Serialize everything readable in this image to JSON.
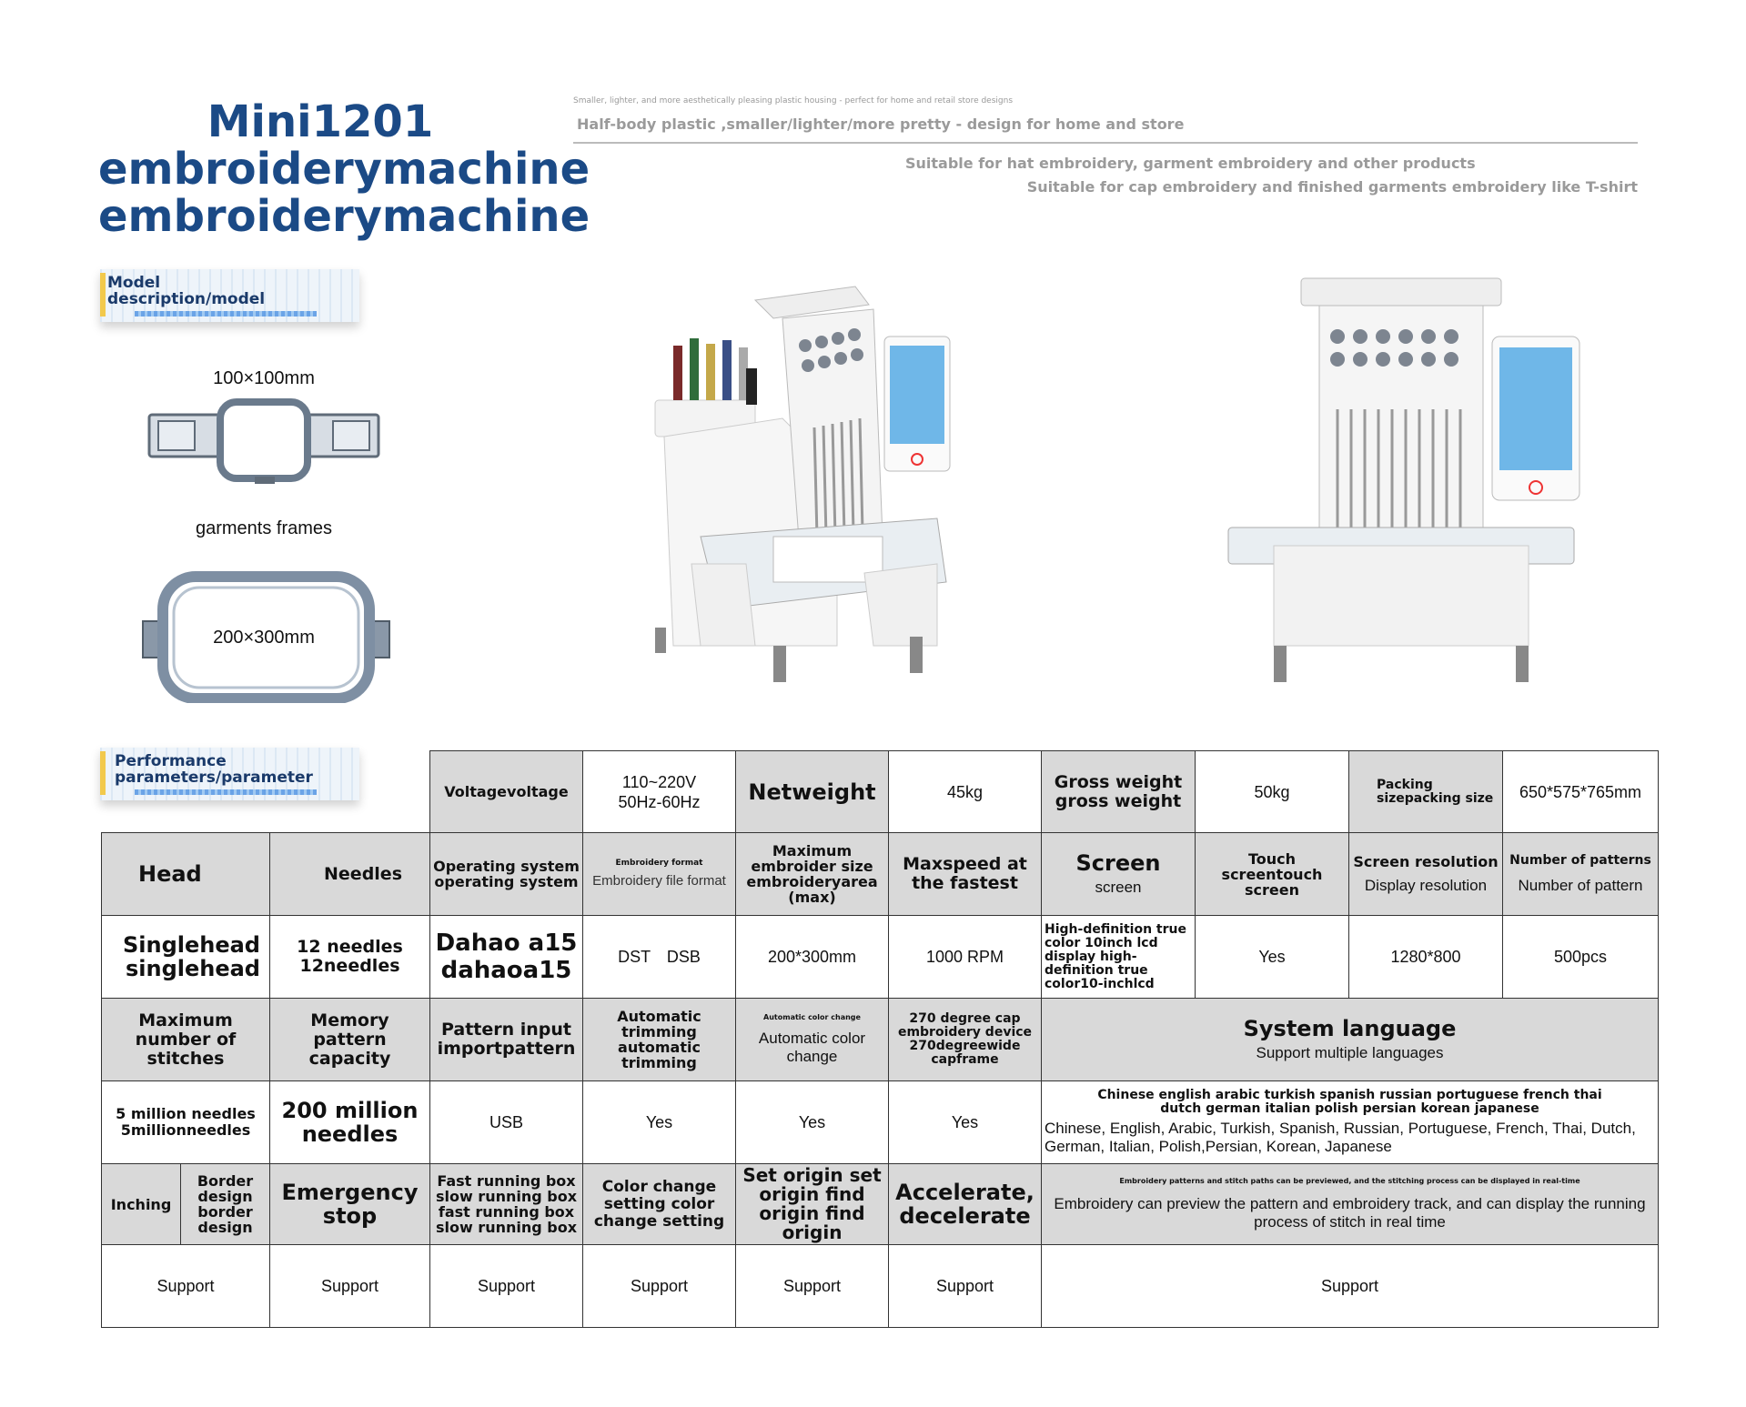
{
  "title": {
    "line1": "Mini1201",
    "line2": "embroiderymachine",
    "line3": "embroiderymachine"
  },
  "header": {
    "tiny_note": "Smaller, lighter, and more aesthetically pleasing plastic housing - perfect for home and retail store designs",
    "tagline": "Half-body plastic ,smaller/lighter/more pretty - design for home and store",
    "suitable1": "Suitable for hat embroidery, garment embroidery and other products",
    "suitable2": "Suitable for cap embroidery and finished garments embroidery like T-shirt"
  },
  "model_tag": {
    "line1": "Model",
    "line2": "description/model"
  },
  "frames": {
    "small_size": "100×100mm",
    "caption": "garments frames",
    "large_size": "200×300mm"
  },
  "perf_tag": {
    "line1": "Performance",
    "line2": "parameters/parameter"
  },
  "colors": {
    "title_blue": "#1b4a86",
    "cell_gray": "#d9d9d9",
    "tag_yellow": "#f2c94c"
  },
  "table": {
    "r0": {
      "voltage_label": "Voltagevoltage",
      "voltage_value_1": "110~220V",
      "voltage_value_2": "50Hz-60Hz",
      "netweight_label": "Netweight",
      "netweight_value": "45kg",
      "gross_label_1": "Gross weight",
      "gross_label_2": "gross weight",
      "gross_value": "50kg",
      "packing_label": "Packing sizepacking size",
      "packing_value": "650*575*765mm"
    },
    "r1": {
      "head": "Head",
      "needles": "Needles",
      "os": "Operating system operating system",
      "format_small": "Embroidery format",
      "format": "Embroidery file format",
      "max_size": "Maximum embroider size embroideryarea (max)",
      "maxspeed": "Maxspeed at the fastest",
      "screen": "Screen",
      "screen_sub": "screen",
      "touch": "Touch screentouch screen",
      "res": "Screen resolution",
      "res_sub": "Display resolution",
      "patterns": "Number of patterns",
      "patterns_sub": "Number of pattern"
    },
    "r2": {
      "head": "Singlehead singlehead",
      "needles": "12 needles 12needles",
      "os": "Dahao a15 dahaoa15",
      "format": "DST　DSB",
      "max_size": "200*300mm",
      "speed": "1000 RPM",
      "screen": "High-definition true color 10inch lcd display high-definition true color10-inchlcd",
      "touch": "Yes",
      "res": "1280*800",
      "patterns": "500pcs"
    },
    "r3": {
      "stitches": "Maximum number of stitches",
      "memory": "Memory pattern capacity",
      "input": "Pattern input importpattern",
      "trimming": "Automatic trimming automatic trimming",
      "color_small": "Automatic color change",
      "color": "Automatic color change",
      "cap": "270 degree cap embroidery device 270degreewide capframe",
      "lang": "System language",
      "lang_sub": "Support multiple languages"
    },
    "r4": {
      "stitches": "5 million needles 5millionneedles",
      "memory": "200 million needles",
      "input": "USB",
      "trimming": "Yes",
      "color": "Yes",
      "cap": "Yes",
      "lang_bold": "Chinese english arabic turkish spanish russian portuguese french thai dutch german italian polish persian korean japanese",
      "lang_list": "Chinese, English, Arabic, Turkish, Spanish, Russian, Portuguese, French, Thai, Dutch, German, Italian, Polish,Persian, Korean, Japanese"
    },
    "r5": {
      "inching": "Inching",
      "border": "Border design border design",
      "emergency": "Emergency stop",
      "running": "Fast running box slow running box fast running box slow running box",
      "color_setting": "Color change setting color change setting",
      "origin": "Set origin set origin find origin find origin",
      "accel": "Accelerate, decelerate",
      "preview_small": "Embroidery patterns and stitch paths can be previewed, and the stitching process can be displayed in real-time",
      "preview": "Embroidery can preview the pattern and embroidery track, and can display the running process of stitch in real time"
    },
    "r6": {
      "c1": "Support",
      "c2": "Support",
      "c3": "Support",
      "c4": "Support",
      "c5": "Support",
      "c6": "Support",
      "c7": "Support"
    }
  }
}
